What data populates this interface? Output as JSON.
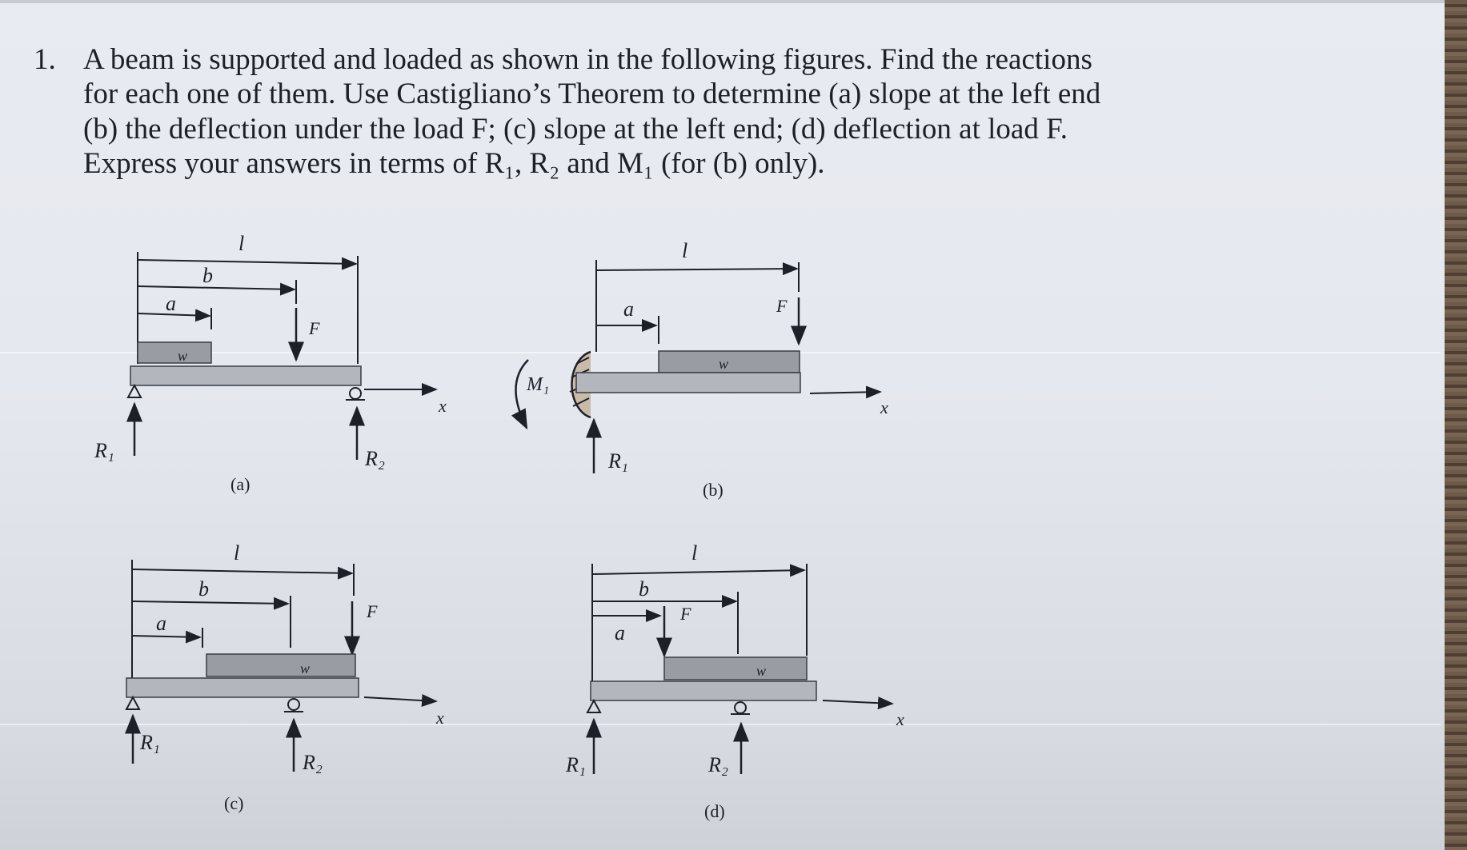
{
  "problem": {
    "number": "1.",
    "lines": [
      "A beam is supported and loaded as shown in the following figures.  Find the reactions",
      "for each one of them. Use Castigliano’s Theorem to determine (a) slope at the left end",
      "(b) the deflection under the load F; (c) slope at the left end; (d) deflection at load F.",
      "Express your answers in terms of R₁, R₂ and M₁ (for (b) only)."
    ]
  },
  "figures": {
    "a": {
      "caption": "(a)",
      "l": "l",
      "b": "b",
      "a": "a",
      "F": "F",
      "w": "w",
      "x": "x",
      "R1": "R₁",
      "R2": "R₂"
    },
    "b": {
      "caption": "(b)",
      "l": "l",
      "a": "a",
      "F": "F",
      "w": "w",
      "x": "x",
      "R1": "R₁",
      "M1": "M₁"
    },
    "c": {
      "caption": "(c)",
      "l": "l",
      "b": "b",
      "a": "a",
      "F": "F",
      "w": "w",
      "x": "x",
      "R1": "R₁",
      "R2": "R₂"
    },
    "d": {
      "caption": "(d)",
      "l": "l",
      "b": "b",
      "a": "a",
      "F": "F",
      "w": "w",
      "x": "x",
      "R1": "R₁",
      "R2": "R₂"
    }
  },
  "colors": {
    "ink": "#1e2029",
    "beam": "#b4b6be",
    "load": "#9a9ca4",
    "paper": "#e8eaf0"
  }
}
